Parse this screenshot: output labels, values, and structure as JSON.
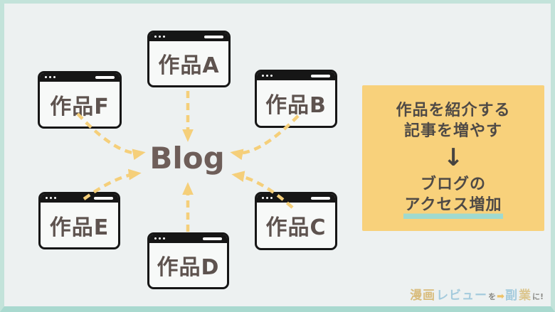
{
  "center": {
    "label": "Blog"
  },
  "windows": [
    {
      "id": "A",
      "label": "作品A"
    },
    {
      "id": "F",
      "label": "作品F"
    },
    {
      "id": "B",
      "label": "作品B"
    },
    {
      "id": "E",
      "label": "作品E"
    },
    {
      "id": "C",
      "label": "作品C"
    },
    {
      "id": "D",
      "label": "作品D"
    }
  ],
  "info_box": {
    "line1": "作品を紹介する",
    "line2": "記事を増やす",
    "down_arrow": "↓",
    "line3": "ブログの",
    "line4": "アクセス増加"
  },
  "logo": {
    "parts": [
      {
        "text": "漫画",
        "color": "#d9bd7e"
      },
      {
        "text": "レビュー",
        "color": "#a5cbdd"
      },
      {
        "text": "を",
        "color": "#8b8b86"
      },
      {
        "text": "➡",
        "color": "#edc268"
      },
      {
        "text": "副",
        "color": "#a5cbdd"
      },
      {
        "text": "業",
        "color": "#dcc68e"
      },
      {
        "text": "に!",
        "color": "#8b8b86"
      }
    ]
  },
  "colors": {
    "background": "#edf1f1",
    "frame": "#c3e3da",
    "frame_bottom": "#a9d9cf",
    "window_border": "#161616",
    "window_body": "#f7f9f8",
    "window_label_text": "#5e534f",
    "blog_text": "#6e5e59",
    "arrow": "#f5cf7a",
    "info_box_bg": "#f8d17b",
    "info_box_text": "#4f4a46",
    "highlight": "#9fdacf"
  }
}
